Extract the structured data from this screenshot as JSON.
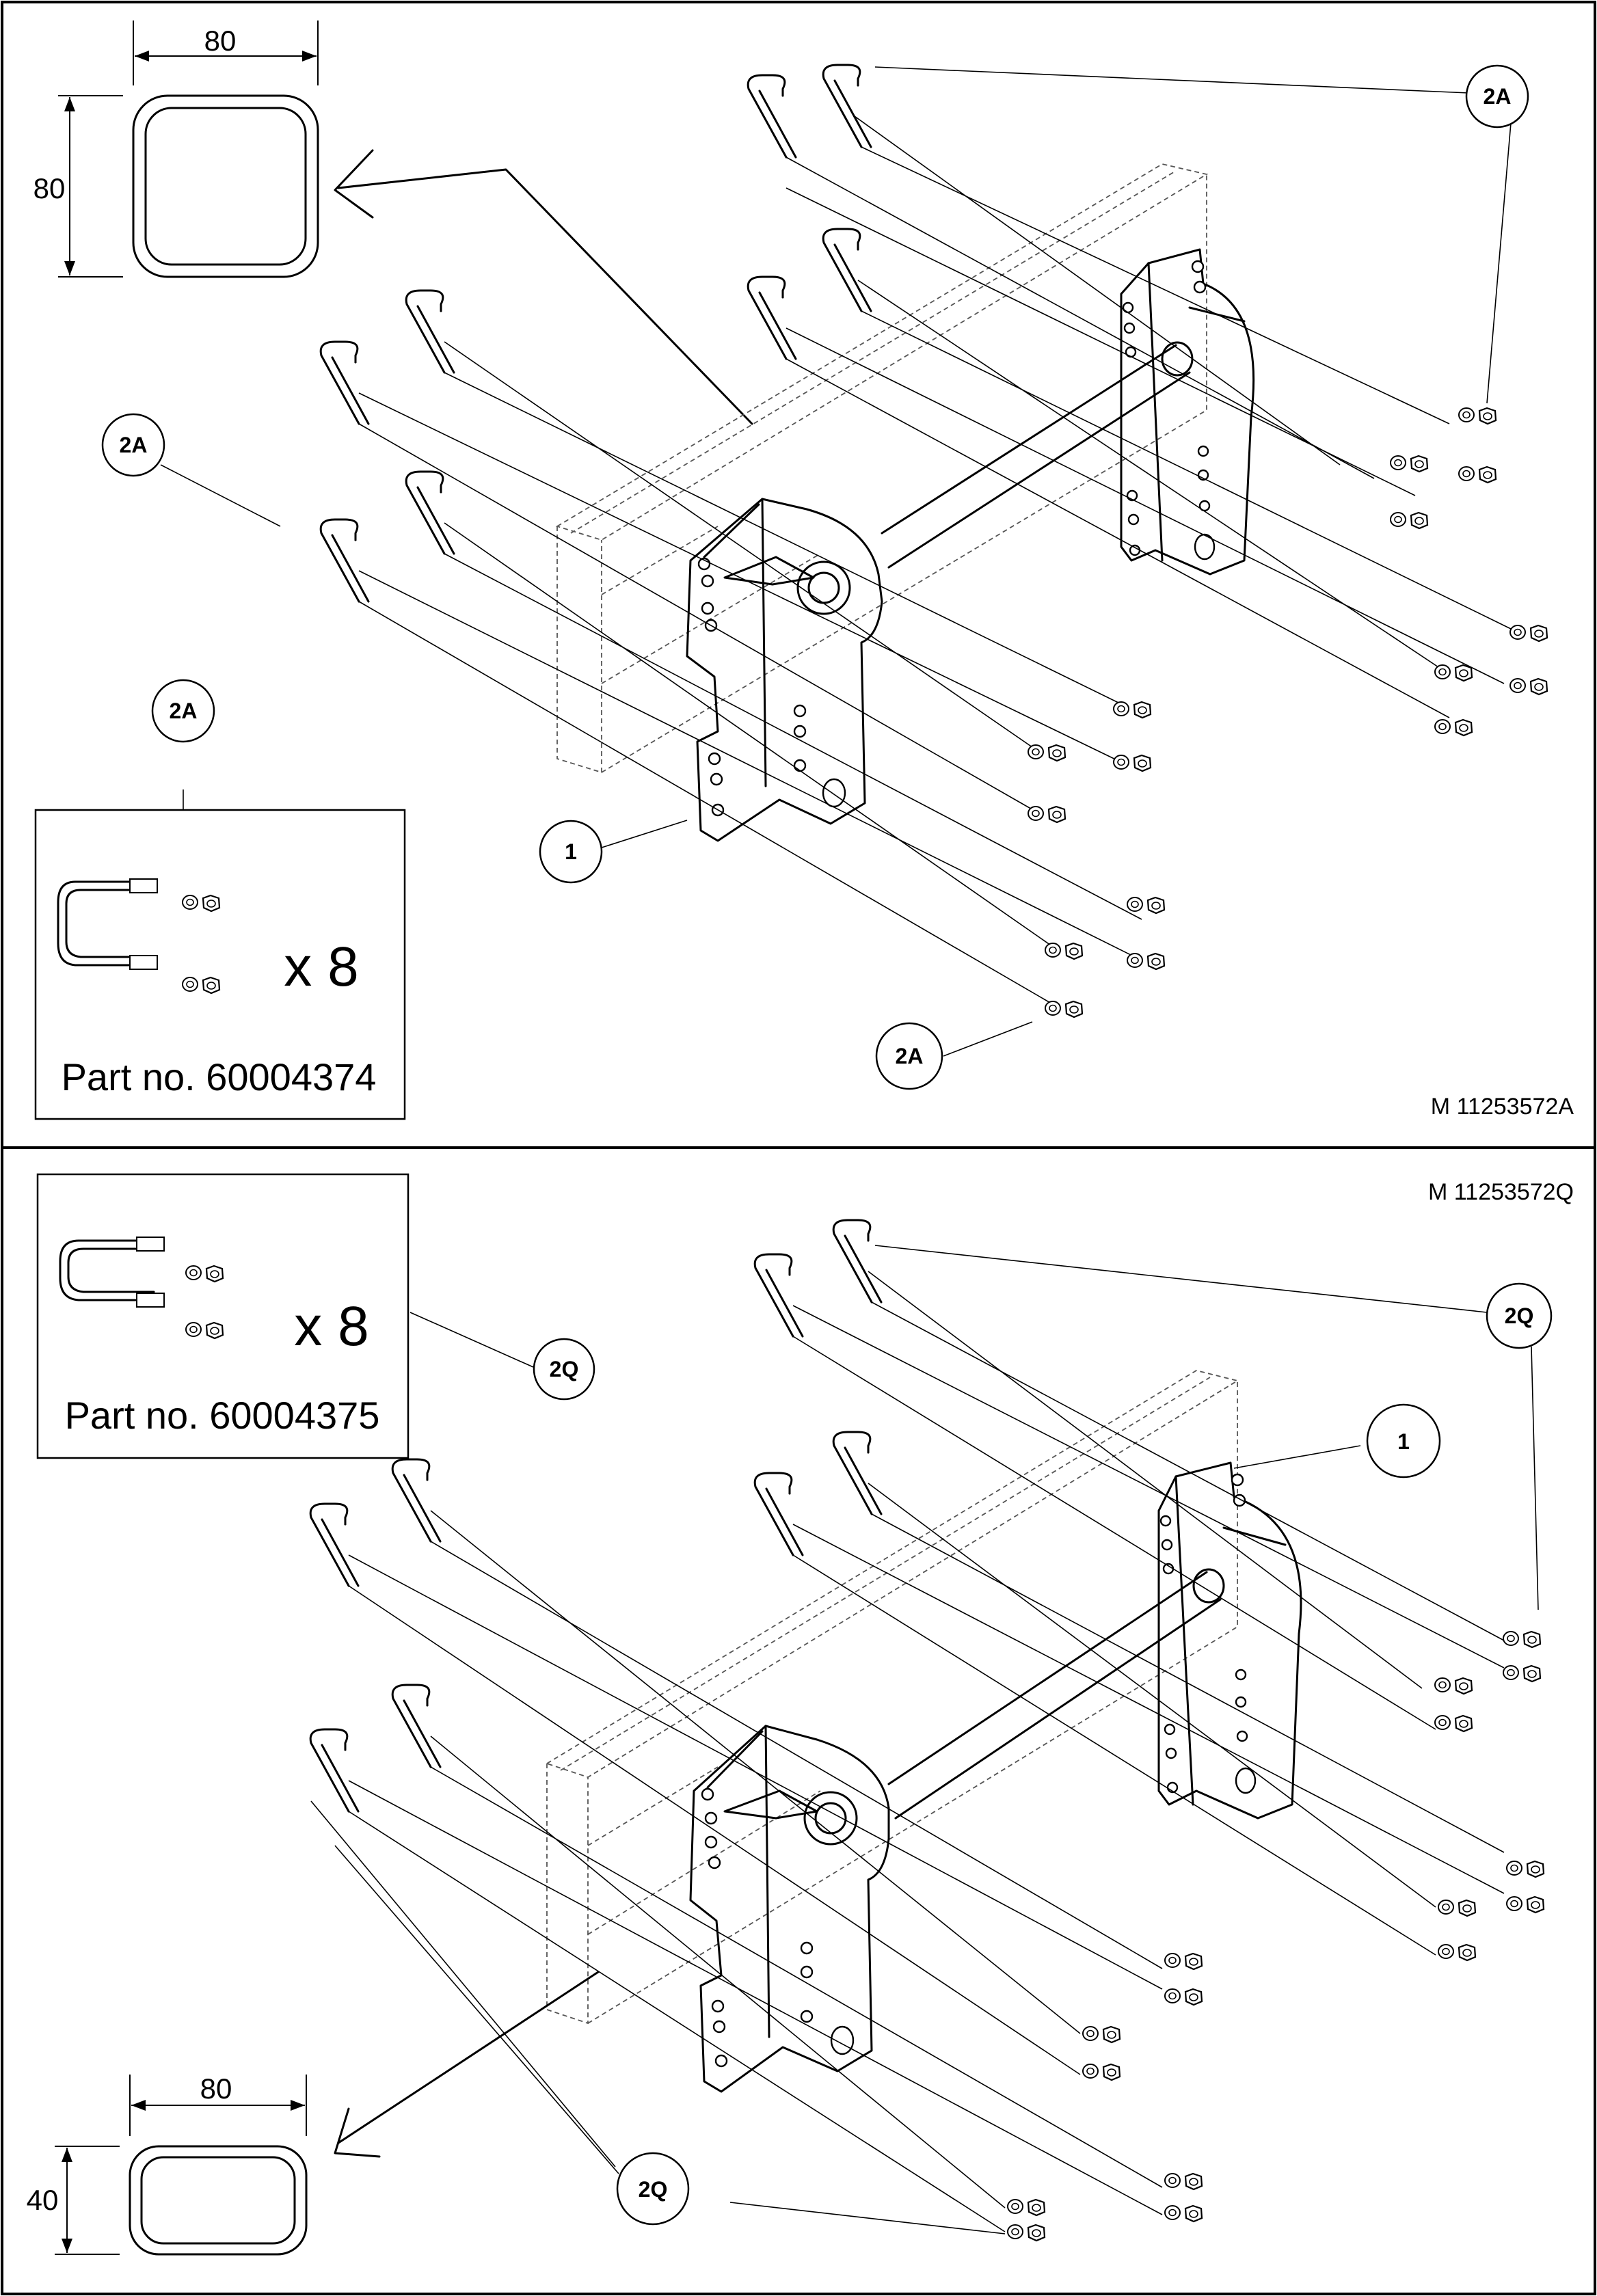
{
  "panel_a": {
    "profile_width": "80",
    "profile_height": "80",
    "callout_2a": "2A",
    "callout_1": "1",
    "kit_quantity": "x 8",
    "kit_part_no": "Part no. 60004374",
    "drawing_ref": "M 11253572A"
  },
  "panel_q": {
    "profile_width": "80",
    "profile_height": "40",
    "callout_2q": "2Q",
    "callout_1": "1",
    "kit_quantity": "x 8",
    "kit_part_no": "Part no. 60004375",
    "drawing_ref": "M 11253572Q"
  }
}
